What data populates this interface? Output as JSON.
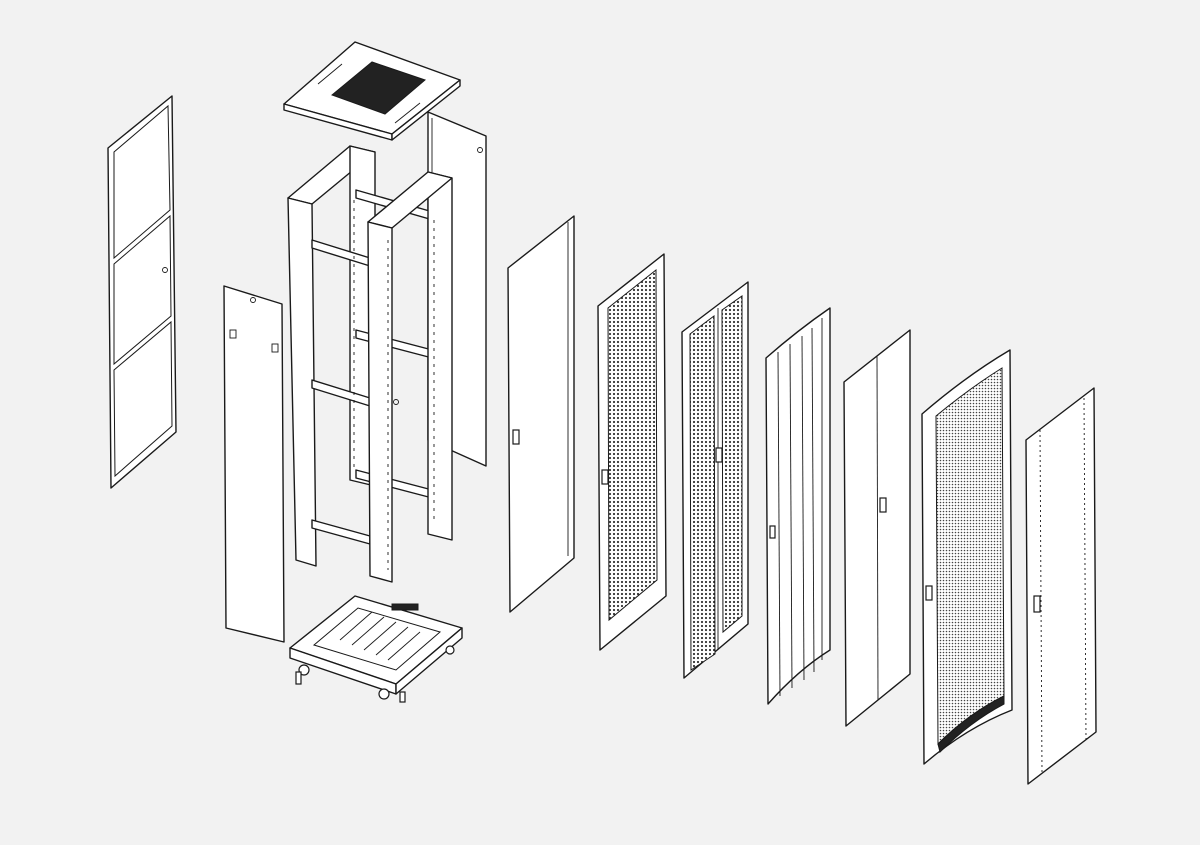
{
  "drawing": {
    "background": "#f2f2f2",
    "line_color": "#1a1a1a",
    "components": [
      {
        "name": "side-panel-segmented",
        "icon": "panel"
      },
      {
        "name": "top-cover-vented",
        "icon": "roof"
      },
      {
        "name": "side-panel-left",
        "icon": "panel"
      },
      {
        "name": "rack-frame",
        "icon": "frame"
      },
      {
        "name": "rear-panel",
        "icon": "panel"
      },
      {
        "name": "base-with-casters",
        "icon": "base"
      },
      {
        "name": "solid-door",
        "icon": "door"
      },
      {
        "name": "perforated-door-single",
        "icon": "door"
      },
      {
        "name": "perforated-door-double",
        "icon": "door"
      },
      {
        "name": "curved-louvered-door",
        "icon": "door"
      },
      {
        "name": "solid-door-double",
        "icon": "door"
      },
      {
        "name": "curved-perforated-door",
        "icon": "door"
      },
      {
        "name": "vented-side-door",
        "icon": "door"
      }
    ]
  }
}
